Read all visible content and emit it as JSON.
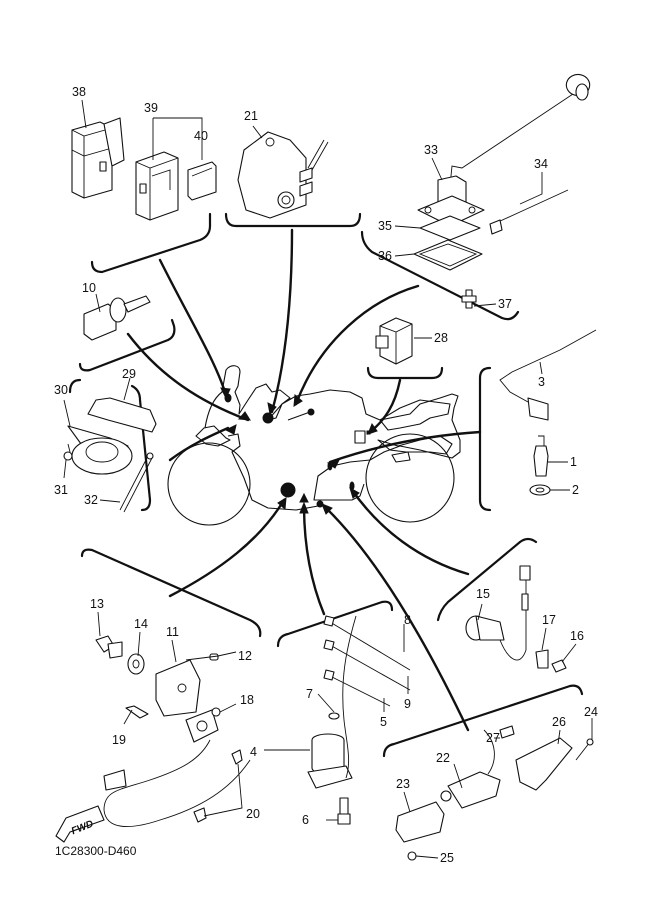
{
  "diagram": {
    "title": "Electrical parts exploded view",
    "drawing_code": "1C28300-D460",
    "fwd_label": "FWD",
    "colors": {
      "ink": "#111111",
      "background": "#ffffff"
    },
    "parts": [
      {
        "ref": "1",
        "label": "1"
      },
      {
        "ref": "2",
        "label": "2"
      },
      {
        "ref": "3",
        "label": "3"
      },
      {
        "ref": "4",
        "label": "4"
      },
      {
        "ref": "5",
        "label": "5"
      },
      {
        "ref": "6",
        "label": "6"
      },
      {
        "ref": "7",
        "label": "7"
      },
      {
        "ref": "8",
        "label": "8"
      },
      {
        "ref": "9",
        "label": "9"
      },
      {
        "ref": "10",
        "label": "10"
      },
      {
        "ref": "11",
        "label": "11"
      },
      {
        "ref": "12",
        "label": "12"
      },
      {
        "ref": "13",
        "label": "13"
      },
      {
        "ref": "14",
        "label": "14"
      },
      {
        "ref": "15",
        "label": "15"
      },
      {
        "ref": "16",
        "label": "16"
      },
      {
        "ref": "17",
        "label": "17"
      },
      {
        "ref": "18",
        "label": "18"
      },
      {
        "ref": "19",
        "label": "19"
      },
      {
        "ref": "20",
        "label": "20"
      },
      {
        "ref": "21",
        "label": "21"
      },
      {
        "ref": "22",
        "label": "22"
      },
      {
        "ref": "23",
        "label": "23"
      },
      {
        "ref": "24",
        "label": "24"
      },
      {
        "ref": "25",
        "label": "25"
      },
      {
        "ref": "26",
        "label": "26"
      },
      {
        "ref": "27",
        "label": "27"
      },
      {
        "ref": "28",
        "label": "28"
      },
      {
        "ref": "29",
        "label": "29"
      },
      {
        "ref": "30",
        "label": "30"
      },
      {
        "ref": "31",
        "label": "31"
      },
      {
        "ref": "32",
        "label": "32"
      },
      {
        "ref": "33",
        "label": "33"
      },
      {
        "ref": "34",
        "label": "34"
      },
      {
        "ref": "35",
        "label": "35"
      },
      {
        "ref": "36",
        "label": "36"
      },
      {
        "ref": "37",
        "label": "37"
      },
      {
        "ref": "38",
        "label": "38"
      },
      {
        "ref": "39",
        "label": "39"
      },
      {
        "ref": "40",
        "label": "40"
      }
    ]
  }
}
